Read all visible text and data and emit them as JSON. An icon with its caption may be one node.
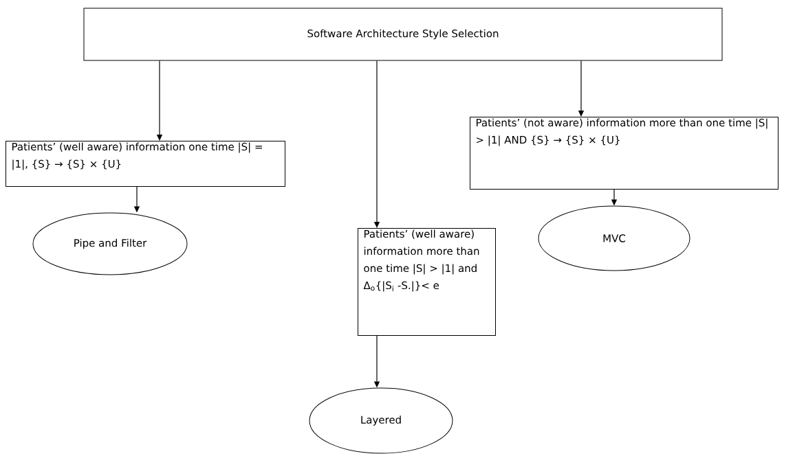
{
  "diagram": {
    "nodes": [
      {
        "text": [
          "Software Architecture Style Selection"
        ]
      },
      {
        "text": [
          "Patients’ (well aware) information one time |S| = |1|, {S} → {S} × {U}"
        ]
      },
      {
        "text": [
          "Patients’ (well aware) information more than one time |S| > |1| and Δ$_{o}${|S$_{i}$ -S.|}< e"
        ]
      },
      {
        "text": [
          "Patients’ (not aware) information more than one time |S| > |1| AND {S} → {S} × {U}"
        ]
      },
      {
        "text": [
          "Pipe and Filter"
        ]
      },
      {
        "text": [
          "Layered"
        ]
      },
      {
        "text": [
          "MVC"
        ]
      }
    ],
    "edges": [
      {
        "from": 0,
        "to": 1,
        "arrow": "to"
      },
      {
        "from": 0,
        "to": 2,
        "arrow": "to"
      },
      {
        "from": 0,
        "to": 3,
        "arrow": "to"
      },
      {
        "from": 1,
        "to": 4,
        "arrow": "to"
      },
      {
        "from": 2,
        "to": 5,
        "arrow": "to"
      },
      {
        "from": 3,
        "to": 6,
        "arrow": "to"
      }
    ]
  }
}
